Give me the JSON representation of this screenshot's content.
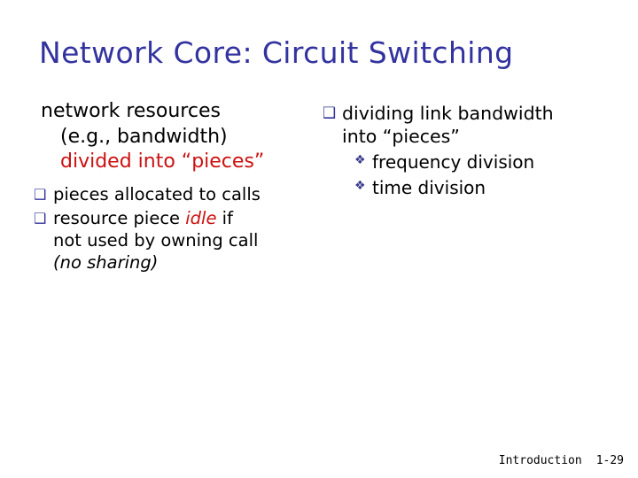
{
  "slide": {
    "title": "Network Core: Circuit Switching",
    "title_color": "#3333a0",
    "accent_red": "#cc1111",
    "bullet_color": "#333399",
    "background": "#ffffff"
  },
  "left_column": {
    "lead": {
      "line1": "network resources",
      "line2": "(e.g., bandwidth)",
      "line3": "divided into “pieces”"
    },
    "bullets": [
      {
        "marker": "square-bullet-icon",
        "marker_glyph": "❑",
        "text": "pieces allocated to calls"
      },
      {
        "marker": "square-bullet-icon",
        "marker_glyph": "❑",
        "text_pre": "resource piece ",
        "text_em": "idle",
        "text_post": " if",
        "line2": "not used by owning call",
        "line3": "(no sharing)"
      }
    ]
  },
  "right_column": {
    "bullets": [
      {
        "marker": "square-bullet-icon",
        "marker_glyph": "❑",
        "line1": "dividing link bandwidth",
        "line2": "into “pieces”"
      }
    ],
    "subbullets": [
      {
        "marker": "diamond-bullet-icon",
        "marker_glyph": "❖",
        "text": "frequency division"
      },
      {
        "marker": "diamond-bullet-icon",
        "marker_glyph": "❖",
        "text": "time division"
      }
    ]
  },
  "footer": {
    "label": "Introduction",
    "page": "1-29"
  }
}
